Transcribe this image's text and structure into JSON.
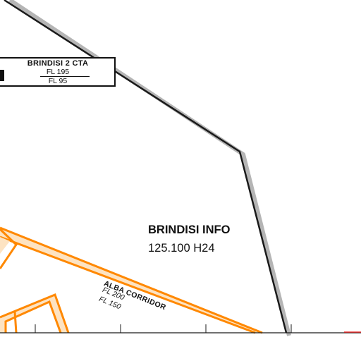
{
  "cta": {
    "name": "BRINDISI 2 CTA",
    "upper_limit": "FL 195",
    "lower_limit": "FL 95"
  },
  "fir": {
    "name": "BRINDISI INFO",
    "frequency": "125.100 H24"
  },
  "corridor": {
    "name": "ALBA CORRIDOR",
    "upper_limit": "FL 200",
    "lower_limit": "FL 150"
  },
  "colors": {
    "boundary": "#1a1a1a",
    "boundary_shadow": "#b5b5b5",
    "corridor": "#ff8800",
    "corridor_fill": "#fde3c2",
    "corner_mark": "#ee3333"
  }
}
